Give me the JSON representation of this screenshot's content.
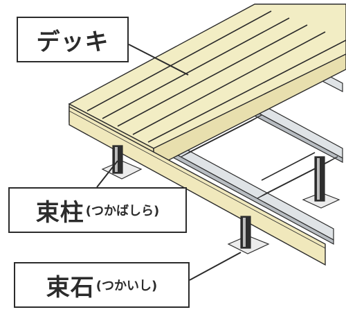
{
  "labels": {
    "deck": {
      "text": "デッキ"
    },
    "post": {
      "text": "束柱",
      "reading": "(つかばしら)"
    },
    "stone": {
      "text": "束石",
      "reading": "(つかいし)"
    }
  },
  "colors": {
    "deck_wood": "#f2edc4",
    "deck_wood_shade": "#e6dfae",
    "deck_edge": "#efe7bb",
    "steel_frame": "#d9dde0",
    "steel_frame_dark": "#aeb3b8",
    "post": "#2e2e2e",
    "stone": "#ececec",
    "outline": "#2b2b2b"
  }
}
